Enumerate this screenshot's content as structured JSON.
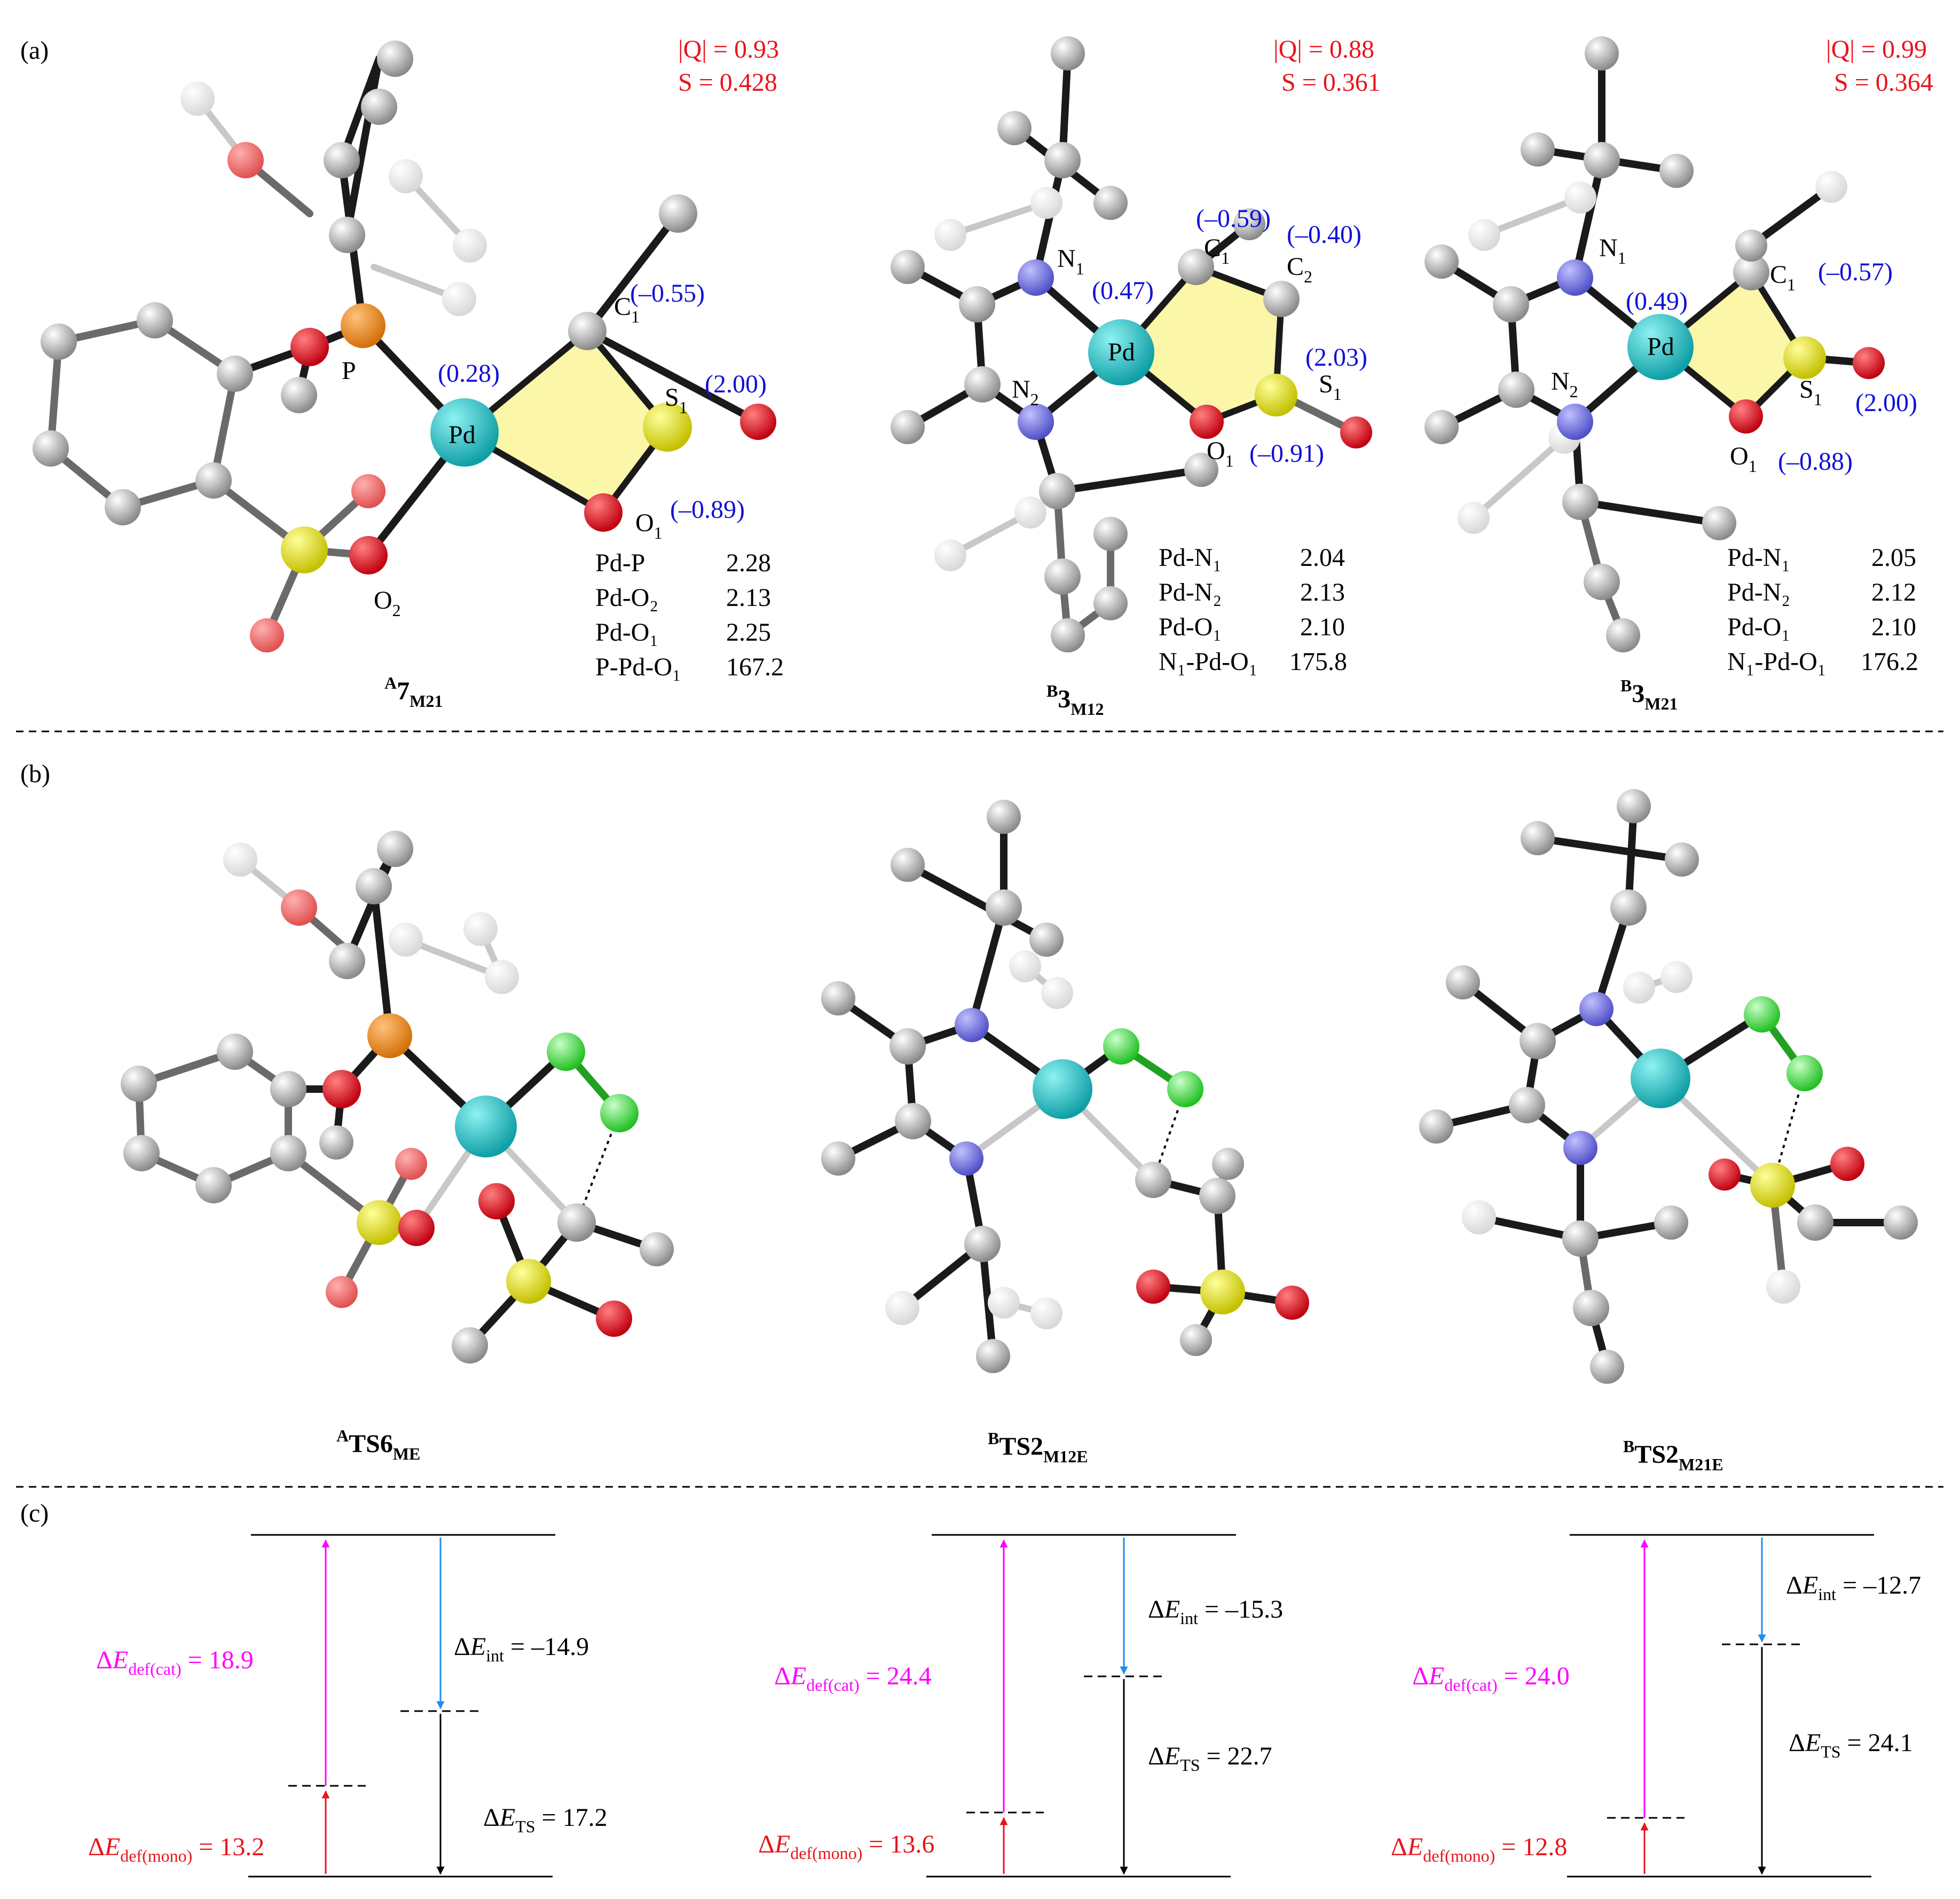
{
  "panels": {
    "a": "(a)",
    "b": "(b)",
    "c": "(c)"
  },
  "colors": {
    "Pd": "#22c5c9",
    "P": "#f08a1c",
    "O": "#e3141c",
    "S": "#e8e414",
    "N": "#7070e0",
    "C": "#c8c8c8",
    "Cl": "#4ee04e",
    "ring": "#fbf6a8",
    "charge": "#1010d8",
    "q": "#e8141c",
    "int": "#1f8cf0",
    "cat": "#ff00ff",
    "mono": "#e8141c"
  },
  "structures_a": [
    {
      "q": "|Q| = 0.93",
      "s": "S = 0.428",
      "name_sup": "A",
      "name_main": "7",
      "name_sub": "M21",
      "charges": {
        "pd": "(0.28)",
        "c1": "(–0.55)",
        "s1": "(2.00)",
        "o1": "(–0.89)"
      },
      "atoms": {
        "p": "P",
        "pd": "Pd",
        "c1": "C",
        "s1": "S",
        "o1": "O",
        "o2": "O"
      },
      "table": [
        {
          "bond": "Pd-P",
          "value": "2.28"
        },
        {
          "bond": "Pd-O₂",
          "value": "2.13"
        },
        {
          "bond": "Pd-O₁",
          "value": "2.25"
        },
        {
          "bond": "P-Pd-O₁",
          "value": "167.2"
        }
      ]
    },
    {
      "q": "|Q| = 0.88",
      "s": "S = 0.361",
      "name_sup": "B",
      "name_main": "3",
      "name_sub": "M12",
      "charges": {
        "pd": "(0.47)",
        "c1": "(–0.59)",
        "c2": "(–0.40)",
        "s1": "(2.03)",
        "o1": "(–0.91)"
      },
      "atoms": {
        "n1": "N",
        "n2": "N",
        "pd": "Pd",
        "c1": "C",
        "c2": "C",
        "s1": "S",
        "o1": "O"
      },
      "table": [
        {
          "bond": "Pd-N₁",
          "value": "2.04"
        },
        {
          "bond": "Pd-N₂",
          "value": "2.13"
        },
        {
          "bond": "Pd-O₁",
          "value": "2.10"
        },
        {
          "bond": "N₁-Pd-O₁",
          "value": "175.8"
        }
      ]
    },
    {
      "q": "|Q| = 0.99",
      "s": "S = 0.364",
      "name_sup": "B",
      "name_main": "3",
      "name_sub": "M21",
      "charges": {
        "pd": "(0.49)",
        "c1": "(–0.57)",
        "s1": "(2.00)",
        "o1": "(–0.88)"
      },
      "atoms": {
        "n1": "N",
        "n2": "N",
        "pd": "Pd",
        "c1": "C",
        "s1": "S",
        "o1": "O"
      },
      "table": [
        {
          "bond": "Pd-N₁",
          "value": "2.05"
        },
        {
          "bond": "Pd-N₂",
          "value": "2.12"
        },
        {
          "bond": "Pd-O₁",
          "value": "2.10"
        },
        {
          "bond": "N₁-Pd-O₁",
          "value": "176.2"
        }
      ]
    }
  ],
  "structures_b": [
    {
      "name_sup": "A",
      "name_main": "TS6",
      "name_sub": "ME"
    },
    {
      "name_sup": "B",
      "name_main": "TS2",
      "name_sub": "M12E"
    },
    {
      "name_sup": "B",
      "name_main": "TS2",
      "name_sub": "M21E"
    }
  ],
  "energy": [
    {
      "def_cat": "18.9",
      "int": "–14.9",
      "def_mono": "13.2",
      "ts": "17.2"
    },
    {
      "def_cat": "24.4",
      "int": "–15.3",
      "def_mono": "13.6",
      "ts": "22.7"
    },
    {
      "def_cat": "24.0",
      "int": "–12.7",
      "def_mono": "12.8",
      "ts": "24.1"
    }
  ],
  "energy_terms": {
    "delta": "Δ",
    "E": "E",
    "cat": "def(cat)",
    "int_a": "int",
    "int_b": "int",
    "int_c": "int",
    "mono": "def(mono)",
    "ts": "TS",
    "eq": " = "
  }
}
